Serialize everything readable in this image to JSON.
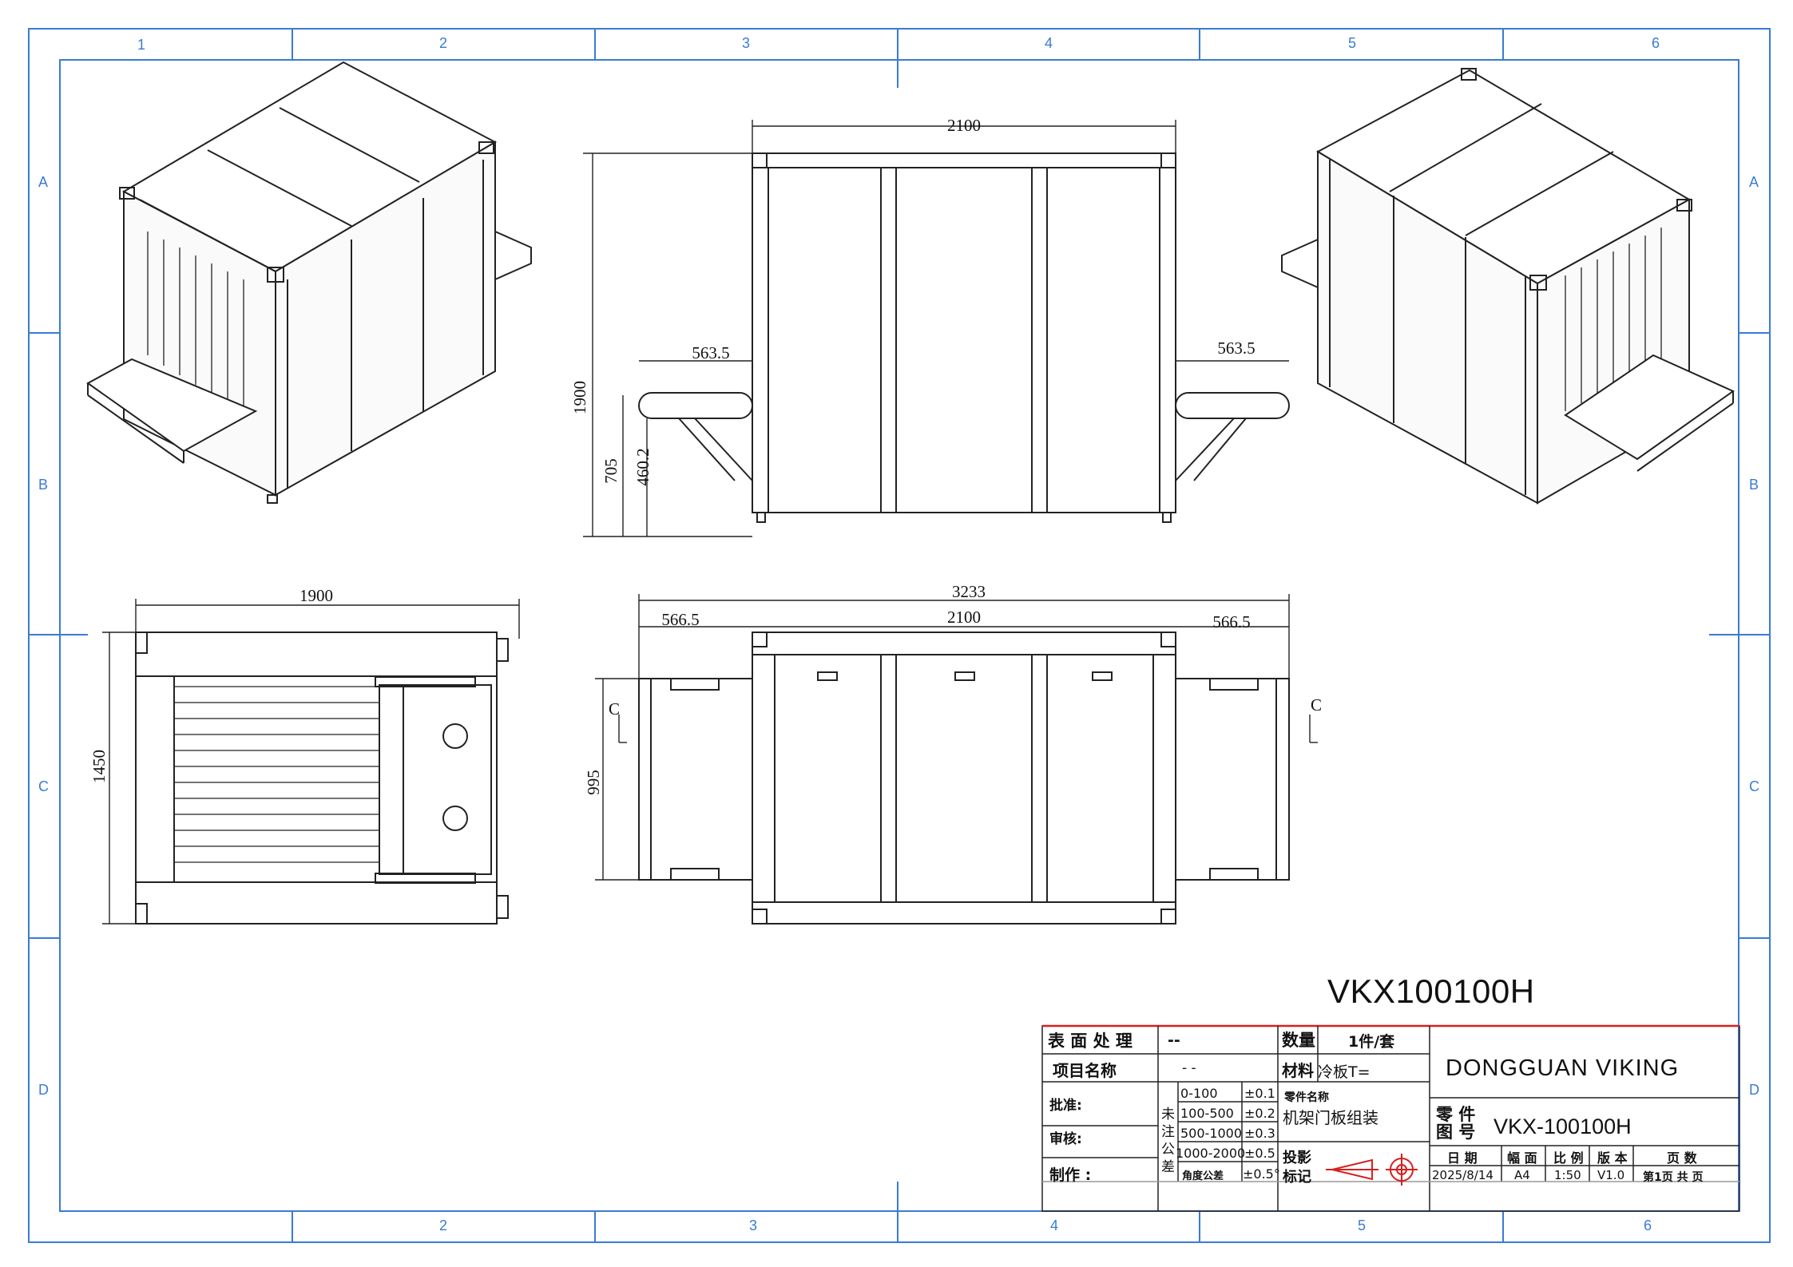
{
  "frame": {
    "columns": [
      "1",
      "2",
      "3",
      "4",
      "5",
      "6"
    ],
    "bottom_columns": [
      "2",
      "3",
      "4",
      "5",
      "6"
    ],
    "rows": [
      "A",
      "B",
      "C",
      "D"
    ],
    "border_color": "#3a7bd5"
  },
  "dimensions": {
    "front_width": "2100",
    "front_height": "1900",
    "front_belt_left": "563.5",
    "front_belt_right": "563.5",
    "front_belt_height": "705",
    "front_belt_top": "460.2",
    "top_width": "1900",
    "top_depth": "1450",
    "plan_overall": "3233",
    "plan_width": "2100",
    "plan_belt_left": "566.5",
    "plan_belt_right": "566.5",
    "plan_depth": "995",
    "section_left": "C",
    "section_right": "C"
  },
  "model": "VKX100100H",
  "title_block": {
    "surface_label": "表 面 处 理",
    "surface_value": "--",
    "quantity_label": "数量",
    "quantity_value": "1件/套",
    "project_label": "项目名称",
    "project_value": "-     -",
    "material_label": "材料",
    "material_value": "冷板T=",
    "company": "DONGGUAN VIKING",
    "approve_label": "批准:",
    "review_label": "审核:",
    "make_label": "制作 :",
    "tolerance_label_1": "未",
    "tolerance_label_2": "注",
    "tolerance_label_3": "公",
    "tolerance_label_4": "差",
    "tol_ranges": [
      "0-100",
      "100-500",
      "500-1000",
      "1000-2000"
    ],
    "tol_values": [
      "±0.1",
      "±0.2",
      "±0.3",
      "±0.5"
    ],
    "angle_label": "角度公差",
    "angle_value": "±0.5°",
    "part_name_label": "零件名称",
    "part_name_value": "机架门板组装",
    "projection_label_1": "投影",
    "projection_label_2": "标记",
    "drawing_no_label_1": "零 件",
    "drawing_no_label_2": "图 号",
    "drawing_no_value": "VKX-100100H",
    "date_label": "日 期",
    "size_label": "幅 面",
    "scale_label": "比 例",
    "version_label": "版 本",
    "page_label": "页  数",
    "date_value": "2025/8/14",
    "size_value": "A4",
    "scale_value": "1:50",
    "version_value": "V1.0",
    "page_value": "第1页 共 页",
    "projection_color": "#d62020",
    "table_top_color": "#d62020"
  }
}
